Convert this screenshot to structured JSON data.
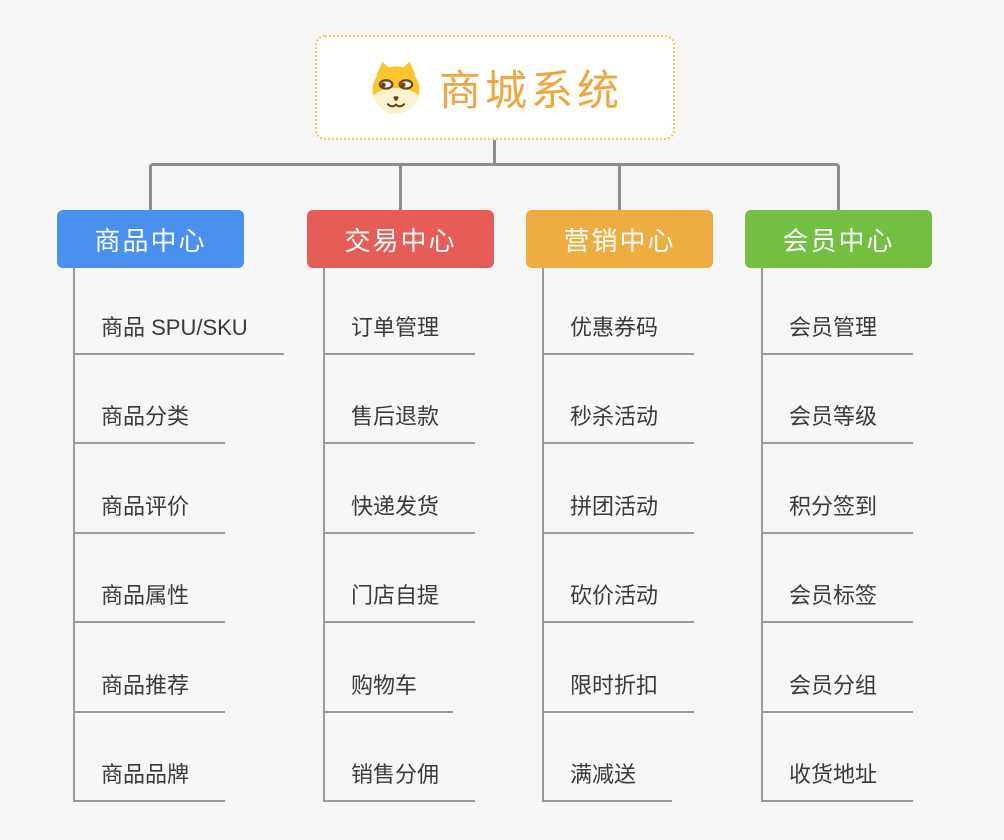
{
  "canvas": {
    "background_color": "#f7f7f7",
    "connector_color": "#8e8e8e",
    "leaf_line_color": "#9a9a9a"
  },
  "root": {
    "label": "商城系统",
    "text_color": "#f0a63e",
    "border_color": "#f6c066",
    "icon": "shiba-dog-icon"
  },
  "branches": [
    {
      "label": "商品中心",
      "color": "#4a90ee",
      "items": [
        "商品 SPU/SKU",
        "商品分类",
        "商品评价",
        "商品属性",
        "商品推荐",
        "商品品牌"
      ]
    },
    {
      "label": "交易中心",
      "color": "#e65c57",
      "items": [
        "订单管理",
        "售后退款",
        "快递发货",
        "门店自提",
        "购物车",
        "销售分佣"
      ]
    },
    {
      "label": "营销中心",
      "color": "#eead40",
      "items": [
        "优惠券码",
        "秒杀活动",
        "拼团活动",
        "砍价活动",
        "限时折扣",
        "满减送"
      ]
    },
    {
      "label": "会员中心",
      "color": "#72bf41",
      "items": [
        "会员管理",
        "会员等级",
        "积分签到",
        "会员标签",
        "会员分组",
        "收货地址"
      ]
    }
  ]
}
